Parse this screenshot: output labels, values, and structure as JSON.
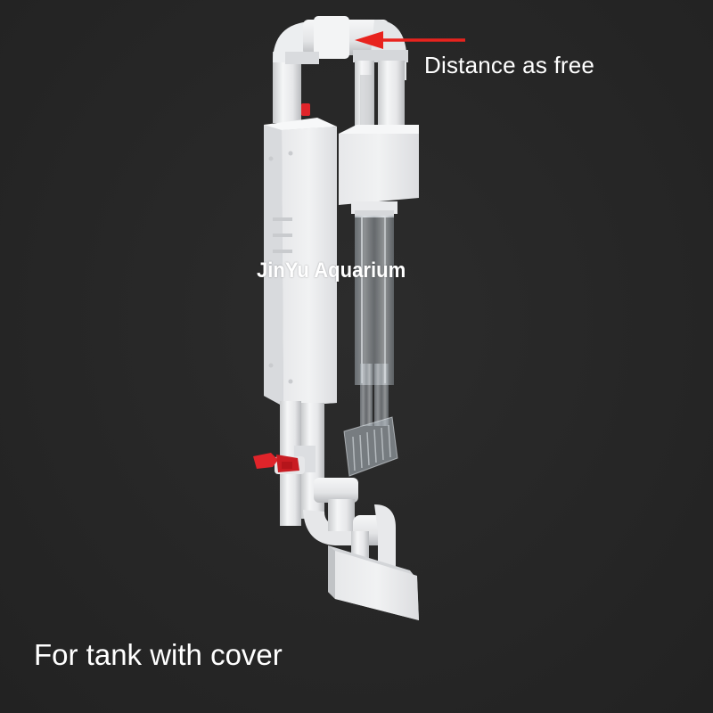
{
  "annotation": {
    "arrow_label": "Distance as free",
    "arrow_color": "#e8231e"
  },
  "watermark": {
    "text": "JinYu Aquarium"
  },
  "caption": {
    "text": "For tank with cover"
  },
  "colors": {
    "background": "#262626",
    "pipe_white": "#f2f3f4",
    "valve_red": "#e0242a",
    "acrylic_clear": "#c8d0d6"
  }
}
